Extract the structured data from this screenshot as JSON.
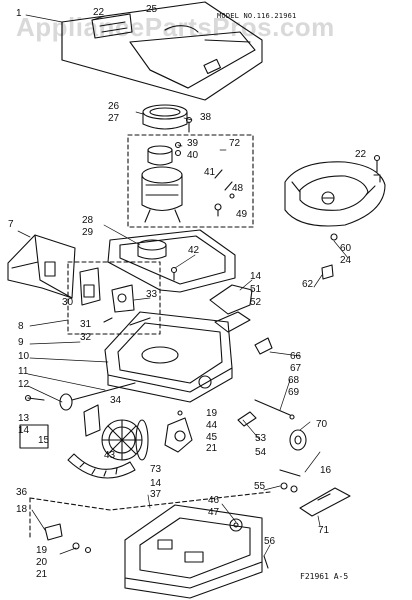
{
  "header": {
    "model": "MODEL NO.116.21961"
  },
  "watermark": "AppliancePartsPros.com",
  "footer": {
    "code": "F21961 A-5"
  },
  "callouts": [
    {
      "id": "c1",
      "text": "1"
    },
    {
      "id": "c22a",
      "text": "22"
    },
    {
      "id": "c25",
      "text": "25"
    },
    {
      "id": "c26",
      "text": "26"
    },
    {
      "id": "c27",
      "text": "27"
    },
    {
      "id": "c38",
      "text": "38"
    },
    {
      "id": "c39",
      "text": "39"
    },
    {
      "id": "c40",
      "text": "40"
    },
    {
      "id": "c72",
      "text": "72"
    },
    {
      "id": "c41",
      "text": "41"
    },
    {
      "id": "c48",
      "text": "48"
    },
    {
      "id": "c49",
      "text": "49"
    },
    {
      "id": "c22b",
      "text": "22"
    },
    {
      "id": "c60",
      "text": "60"
    },
    {
      "id": "c24",
      "text": "24"
    },
    {
      "id": "c7",
      "text": "7"
    },
    {
      "id": "c28",
      "text": "28"
    },
    {
      "id": "c29",
      "text": "29"
    },
    {
      "id": "c42",
      "text": "42"
    },
    {
      "id": "c14a",
      "text": "14"
    },
    {
      "id": "c62",
      "text": "62"
    },
    {
      "id": "c51",
      "text": "51"
    },
    {
      "id": "c52",
      "text": "52"
    },
    {
      "id": "c33",
      "text": "33"
    },
    {
      "id": "c30",
      "text": "30"
    },
    {
      "id": "c31",
      "text": "31"
    },
    {
      "id": "c8",
      "text": "8"
    },
    {
      "id": "c32",
      "text": "32"
    },
    {
      "id": "c9",
      "text": "9"
    },
    {
      "id": "c10",
      "text": "10"
    },
    {
      "id": "c66",
      "text": "66"
    },
    {
      "id": "c67",
      "text": "67"
    },
    {
      "id": "c11",
      "text": "11"
    },
    {
      "id": "c68",
      "text": "68"
    },
    {
      "id": "c12",
      "text": "12"
    },
    {
      "id": "c69",
      "text": "69"
    },
    {
      "id": "c34",
      "text": "34"
    },
    {
      "id": "c19a",
      "text": "19"
    },
    {
      "id": "c13",
      "text": "13"
    },
    {
      "id": "c44",
      "text": "44"
    },
    {
      "id": "c70",
      "text": "70"
    },
    {
      "id": "c45",
      "text": "45"
    },
    {
      "id": "c21a",
      "text": "21"
    },
    {
      "id": "c53",
      "text": "53"
    },
    {
      "id": "c54",
      "text": "54"
    },
    {
      "id": "c14b",
      "text": "14"
    },
    {
      "id": "c15",
      "text": "15"
    },
    {
      "id": "c43",
      "text": "43"
    },
    {
      "id": "c73",
      "text": "73"
    },
    {
      "id": "c16",
      "text": "16"
    },
    {
      "id": "c55",
      "text": "55"
    },
    {
      "id": "c14c",
      "text": "14"
    },
    {
      "id": "c36",
      "text": "36"
    },
    {
      "id": "c37",
      "text": "37"
    },
    {
      "id": "c71",
      "text": "71"
    },
    {
      "id": "c18",
      "text": "18"
    },
    {
      "id": "c46",
      "text": "46"
    },
    {
      "id": "c47",
      "text": "47"
    },
    {
      "id": "c56",
      "text": "56"
    },
    {
      "id": "c19b",
      "text": "19"
    },
    {
      "id": "c20",
      "text": "20"
    },
    {
      "id": "c21b",
      "text": "21"
    }
  ]
}
